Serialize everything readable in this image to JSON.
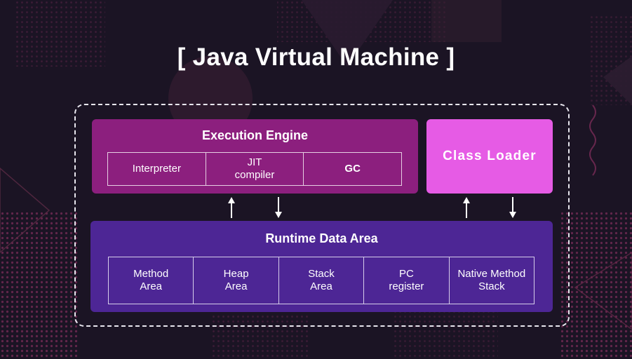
{
  "diagram": {
    "title": "[ Java Virtual Machine ]",
    "execution_engine": {
      "title": "Execution Engine",
      "components": [
        {
          "label": "Interpreter",
          "bold": false
        },
        {
          "label": "JIT\ncompiler",
          "bold": false
        },
        {
          "label": "GC",
          "bold": true
        }
      ]
    },
    "class_loader": {
      "label": "Class Loader"
    },
    "runtime_data_area": {
      "title": "Runtime Data Area",
      "components": [
        {
          "label": "Method\nArea"
        },
        {
          "label": "Heap\nArea"
        },
        {
          "label": "Stack\nArea"
        },
        {
          "label": "PC\nregister"
        },
        {
          "label": "Native Method\nStack"
        }
      ]
    }
  },
  "colors": {
    "background": "#1b1424",
    "execution_engine": "#8c1f7e",
    "class_loader": "#e65be5",
    "runtime_data_area": "#4d2695",
    "accent_pattern": "#7a2c58"
  }
}
